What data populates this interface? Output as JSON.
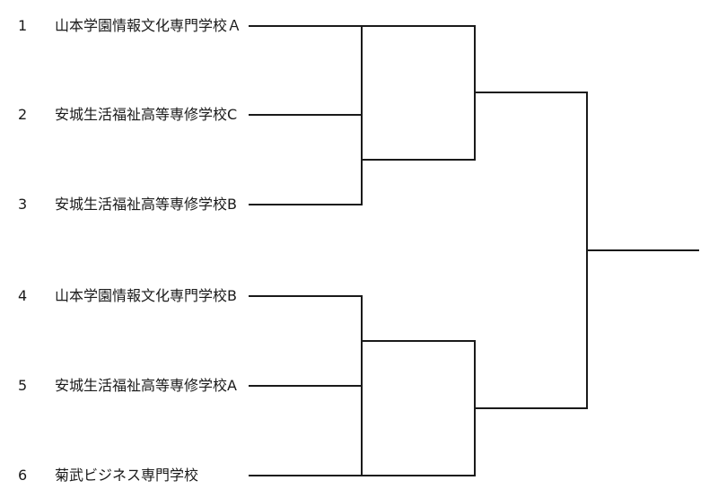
{
  "diagram": {
    "type": "tournament-bracket",
    "rounds_count": 3,
    "colors": {
      "background": "#ffffff",
      "line": "#1a1a1a",
      "text": "#1a1a1a"
    }
  },
  "teams": [
    {
      "seed": "1",
      "name": "山本学園情報文化専門学校Ａ"
    },
    {
      "seed": "2",
      "name": "安城生活福祉高等専修学校C"
    },
    {
      "seed": "3",
      "name": "安城生活福祉高等専修学校B"
    },
    {
      "seed": "4",
      "name": "山本学園情報文化専門学校B"
    },
    {
      "seed": "5",
      "name": "安城生活福祉高等専修学校A"
    },
    {
      "seed": "6",
      "name": "菊武ビジネス専門学校"
    }
  ],
  "structure": {
    "round1_matches": [
      {
        "teams": [
          "2",
          "3"
        ]
      },
      {
        "teams": [
          "4",
          "5"
        ]
      }
    ],
    "semifinal_matches": [
      {
        "teams": [
          "1",
          "winner of 2-3"
        ]
      },
      {
        "teams": [
          "winner of 4-5",
          "6"
        ]
      }
    ],
    "final_match": {
      "teams": [
        "semifinal 1 winner",
        "semifinal 2 winner"
      ]
    }
  }
}
